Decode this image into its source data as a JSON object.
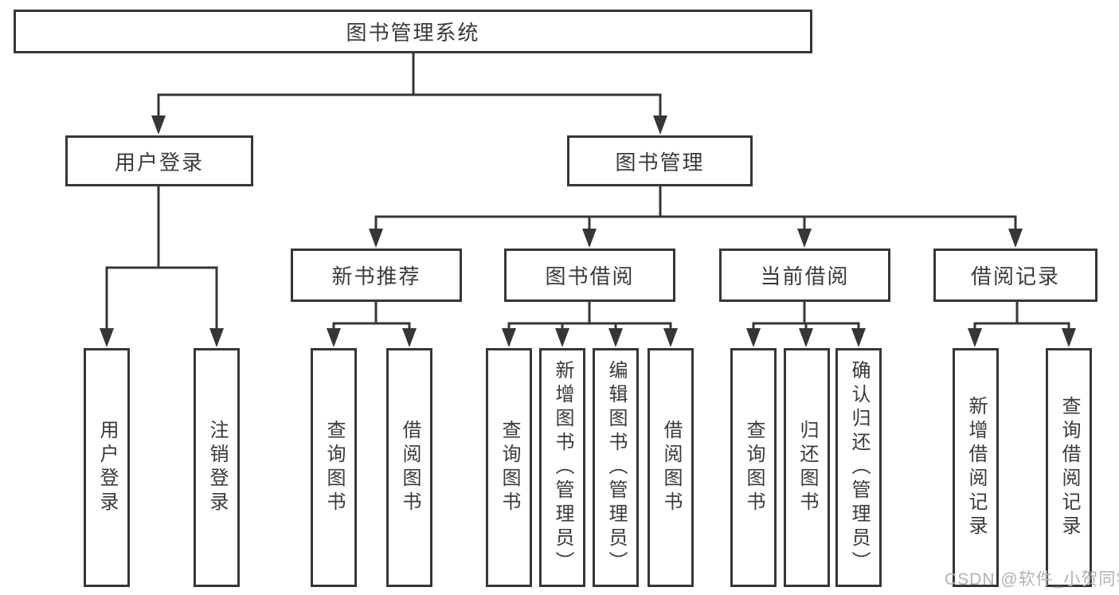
{
  "diagram": {
    "root": {
      "label": "图书管理系统"
    },
    "branches": [
      {
        "label": "用户登录",
        "children": [
          {
            "label": "用户登录"
          },
          {
            "label": "注销登录"
          }
        ]
      },
      {
        "label": "图书管理",
        "children": [
          {
            "label": "新书推荐",
            "children": [
              {
                "label": "查询图书"
              },
              {
                "label": "借阅图书"
              }
            ]
          },
          {
            "label": "图书借阅",
            "children": [
              {
                "label": "查询图书"
              },
              {
                "label": "新增图书（管理员）"
              },
              {
                "label": "编辑图书（管理员）"
              },
              {
                "label": "借阅图书"
              }
            ]
          },
          {
            "label": "当前借阅",
            "children": [
              {
                "label": "查询图书"
              },
              {
                "label": "归还图书"
              },
              {
                "label": "确认归还（管理员）"
              }
            ]
          },
          {
            "label": "借阅记录",
            "children": [
              {
                "label": "新增借阅记录"
              },
              {
                "label": "查询借阅记录"
              }
            ]
          }
        ]
      }
    ]
  },
  "watermark": {
    "text": "CSDN @软件_小贺同学"
  },
  "colors": {
    "line": "#363636",
    "text": "#3a3a3a",
    "watermark": "#b2b2b2",
    "background": "#ffffff"
  }
}
